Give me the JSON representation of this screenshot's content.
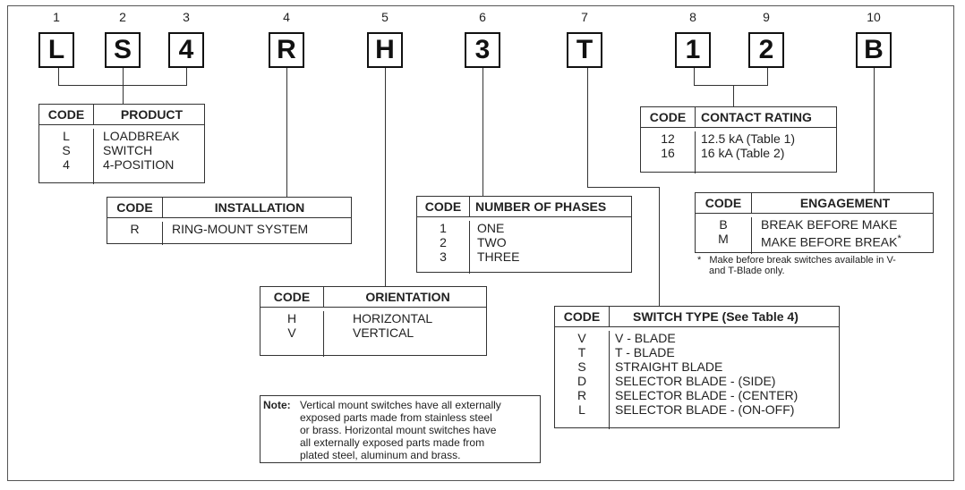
{
  "positions": [
    "1",
    "2",
    "3",
    "4",
    "5",
    "6",
    "7",
    "8",
    "9",
    "10"
  ],
  "codes": [
    "L",
    "S",
    "4",
    "R",
    "H",
    "3",
    "T",
    "1",
    "2",
    "B"
  ],
  "code_header": "CODE",
  "tables": {
    "product": {
      "title": "PRODUCT",
      "rows": [
        {
          "code": "L",
          "desc": "LOADBREAK"
        },
        {
          "code": "S",
          "desc": "SWITCH"
        },
        {
          "code": "4",
          "desc": "4-POSITION"
        }
      ]
    },
    "installation": {
      "title": "INSTALLATION",
      "rows": [
        {
          "code": "R",
          "desc": "RING-MOUNT SYSTEM"
        }
      ]
    },
    "orientation": {
      "title": "ORIENTATION",
      "rows": [
        {
          "code": "H",
          "desc": "HORIZONTAL"
        },
        {
          "code": "V",
          "desc": "VERTICAL"
        }
      ]
    },
    "phases": {
      "title": "NUMBER OF PHASES",
      "rows": [
        {
          "code": "1",
          "desc": "ONE"
        },
        {
          "code": "2",
          "desc": "TWO"
        },
        {
          "code": "3",
          "desc": "THREE"
        }
      ]
    },
    "switch_type": {
      "title": "SWITCH TYPE (See Table 4)",
      "rows": [
        {
          "code": "V",
          "desc": "V - BLADE"
        },
        {
          "code": "T",
          "desc": "T - BLADE"
        },
        {
          "code": "S",
          "desc": "STRAIGHT BLADE"
        },
        {
          "code": "D",
          "desc": "SELECTOR BLADE - (SIDE)"
        },
        {
          "code": "R",
          "desc": "SELECTOR BLADE - (CENTER)"
        },
        {
          "code": "L",
          "desc": "SELECTOR BLADE - (ON-OFF)"
        }
      ]
    },
    "contact_rating": {
      "title": "CONTACT RATING",
      "rows": [
        {
          "code": "12",
          "desc": "12.5 kA (Table 1)"
        },
        {
          "code": "16",
          "desc": "16 kA (Table 2)"
        }
      ]
    },
    "engagement": {
      "title": "ENGAGEMENT",
      "rows": [
        {
          "code": "B",
          "desc": "BREAK BEFORE MAKE"
        },
        {
          "code": "M",
          "desc": "MAKE BEFORE BREAK"
        }
      ],
      "mark": "*"
    }
  },
  "footnote": {
    "mark": "*",
    "line1": "Make before break switches available in V-",
    "line2": "and T-Blade only."
  },
  "note": {
    "label": "Note:",
    "lines": [
      "Vertical mount switches have all externally",
      "exposed parts made from stainless steel",
      "or brass. Horizontal mount switches have",
      "all externally exposed parts made from",
      "plated steel, aluminum and brass."
    ]
  }
}
